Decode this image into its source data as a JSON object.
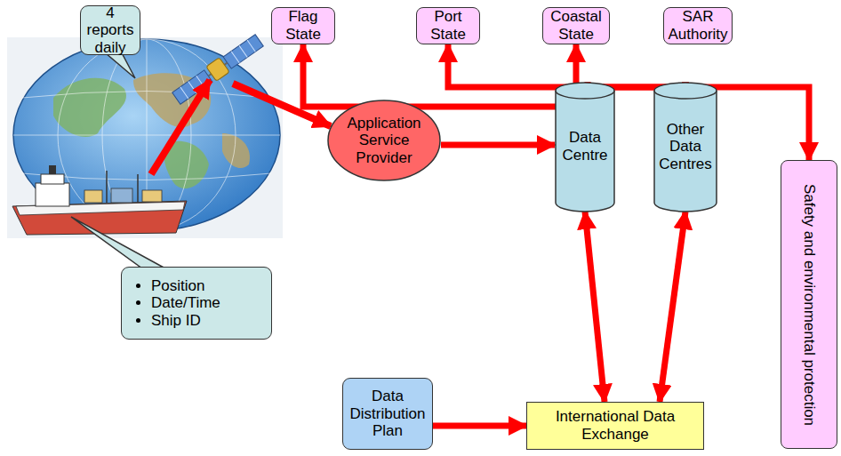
{
  "diagram": {
    "nodes": [
      {
        "text": [
          "Flag State"
        ]
      },
      {
        "text": [
          "Port State"
        ]
      },
      {
        "text": [
          "Coastal State"
        ]
      },
      {
        "text": [
          "SAR Authority"
        ]
      },
      {
        "text": [
          "4 reports daily"
        ]
      },
      {
        "text": [
          "Application Service Provider"
        ]
      },
      {
        "text": [
          "Data Centre"
        ]
      },
      {
        "text": [
          "Other Data Centres"
        ]
      },
      {
        "text": [
          "Safety and environmental protection"
        ]
      },
      {
        "text": [
          "Position",
          "Date/Time",
          "Ship ID"
        ]
      },
      {
        "text": [
          "Data Distribution Plan"
        ]
      },
      {
        "text": [
          "International Data Exchange"
        ]
      }
    ],
    "edges": [
      {
        "from": 5,
        "to": 6,
        "arrow": "to"
      },
      {
        "from": 6,
        "to": 0,
        "arrow": "to"
      },
      {
        "from": 7,
        "to": 1,
        "arrow": "to"
      },
      {
        "from": 7,
        "to": 2,
        "arrow": "to"
      },
      {
        "from": 7,
        "to": 8,
        "arrow": "to"
      },
      {
        "from": 6,
        "to": 11,
        "arrow": "both"
      },
      {
        "from": 7,
        "to": 11,
        "arrow": "both"
      },
      {
        "from": 10,
        "to": 11,
        "arrow": "to"
      }
    ]
  }
}
